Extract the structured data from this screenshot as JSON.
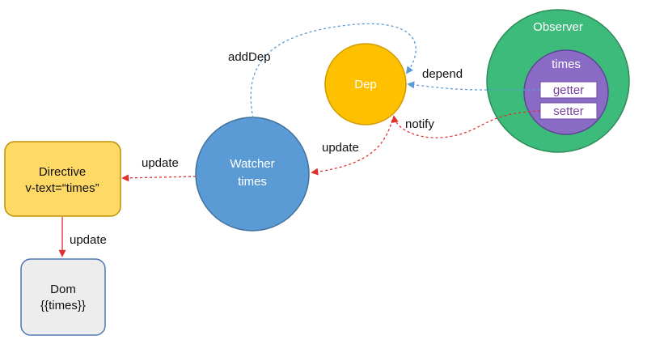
{
  "nodes": {
    "observer": {
      "title": "Observer",
      "inner_title": "times",
      "getter_label": "getter",
      "setter_label": "setter"
    },
    "dep": {
      "label": "Dep"
    },
    "watcher": {
      "line1": "Watcher",
      "line2": "times"
    },
    "directive": {
      "line1": "Directive",
      "line2": "v-text=“times”"
    },
    "dom": {
      "line1": "Dom",
      "line2": "{{times}}"
    }
  },
  "edges": {
    "add_dep": "addDep",
    "depend": "depend",
    "notify": "notify",
    "dep_update": "update",
    "watcher_update": "update",
    "directive_update": "update"
  },
  "colors": {
    "observer_outer_fill": "#3dbb7a",
    "observer_outer_stroke": "#2e8a5a",
    "observer_inner_fill": "#8a6bc6",
    "chip_fill": "#ffffff",
    "chip_stroke": "#6b4aa0",
    "dep_fill": "#ffc000",
    "dep_stroke": "#d29b00",
    "watcher_fill": "#5b9bd5",
    "watcher_stroke": "#41719c",
    "directive_fill": "#ffd966",
    "directive_stroke": "#bf9000",
    "dom_fill": "#ededed",
    "dom_stroke": "#4b77b3",
    "blue_dotted": "#5b9bd5",
    "red_dotted": "#e03030",
    "red_solid": "#e03030"
  }
}
